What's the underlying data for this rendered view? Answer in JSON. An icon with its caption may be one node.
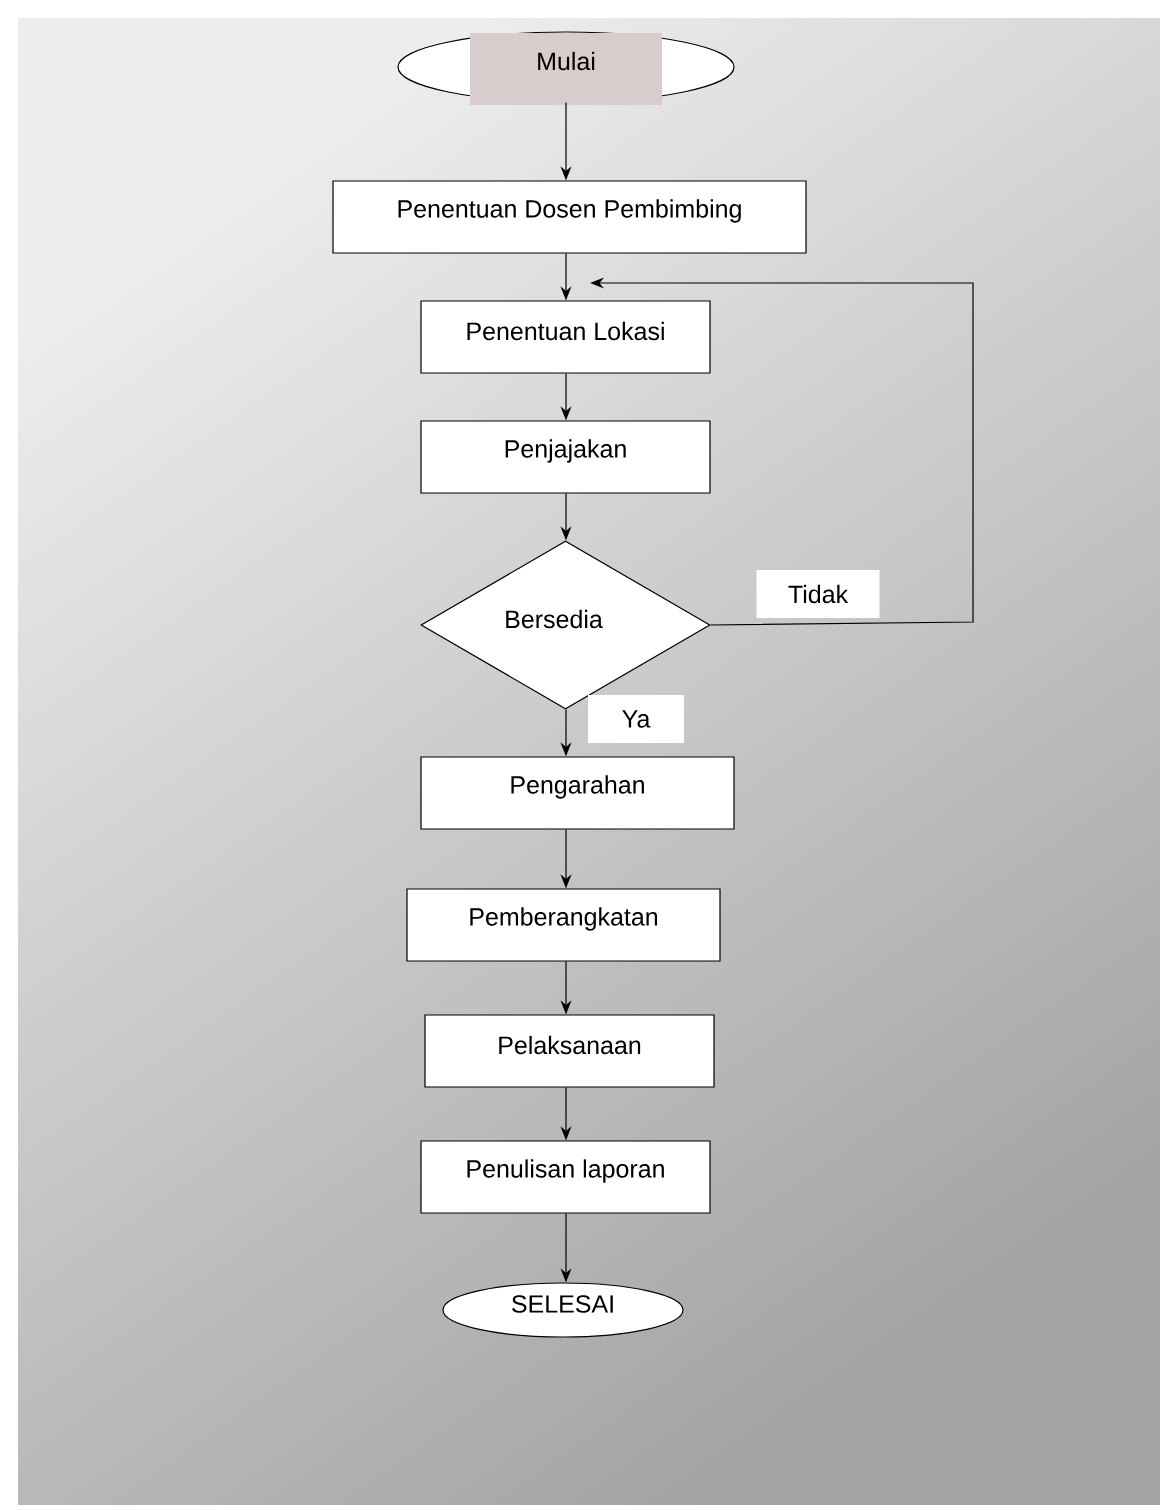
{
  "diagram": {
    "nodes": [
      {
        "text": [
          "Mulai"
        ]
      },
      {
        "text": [
          "Penentuan Dosen Pembimbing"
        ]
      },
      {
        "text": [
          "Penentuan Lokasi"
        ]
      },
      {
        "text": [
          "Penjajakan"
        ]
      },
      {
        "text": [
          "Bersedia"
        ]
      },
      {
        "text": [
          "Pengarahan"
        ]
      },
      {
        "text": [
          "Pemberangkatan"
        ]
      },
      {
        "text": [
          "Pelaksanaan"
        ]
      },
      {
        "text": [
          "Penulisan laporan"
        ]
      },
      {
        "text": [
          "SELESAI"
        ]
      }
    ],
    "edges": [
      {
        "from": 0,
        "to": 1,
        "arrow": "to"
      },
      {
        "from": 1,
        "to": 2,
        "arrow": "to"
      },
      {
        "from": 2,
        "to": 3,
        "arrow": "to"
      },
      {
        "from": 3,
        "to": 4,
        "arrow": "to"
      },
      {
        "from": 4,
        "to": 5,
        "arrow": "to",
        "label": "Ya"
      },
      {
        "from": 4,
        "to": 2,
        "arrow": "to",
        "label": "Tidak"
      },
      {
        "from": 5,
        "to": 6,
        "arrow": "to"
      },
      {
        "from": 6,
        "to": 7,
        "arrow": "to"
      },
      {
        "from": 7,
        "to": 8,
        "arrow": "to"
      },
      {
        "from": 8,
        "to": 9,
        "arrow": "to"
      }
    ]
  }
}
